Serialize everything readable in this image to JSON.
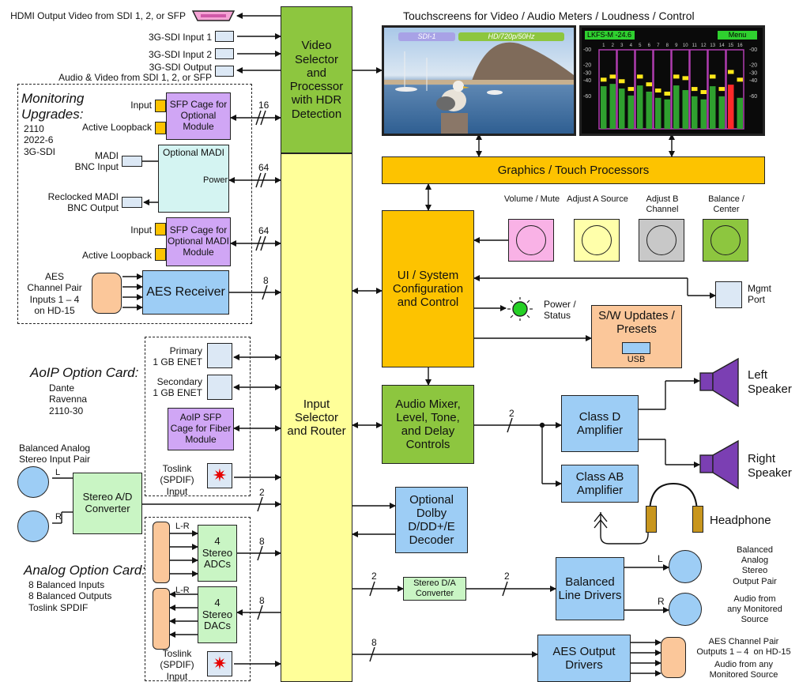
{
  "top": {
    "hdmi_out": "HDMI Output Video from SDI 1, 2, or SFP",
    "sdi_in1": "3G-SDI Input 1",
    "sdi_in2": "3G-SDI Input 2",
    "sdi_out": "3G-SDI Output",
    "sdi_out_sub": "Audio & Video from SDI 1, 2, or SFP",
    "touch_title": "Touchscreens for Video / Audio Meters / Loudness / Control"
  },
  "video_screen": {
    "tag1": "SDI-1",
    "tag2": "HD/720p/50Hz"
  },
  "meter_screen": {
    "lkfs": "LKFS-M  -24.6",
    "menu": "Menu",
    "channels": [
      "1",
      "2",
      "3",
      "4",
      "5",
      "6",
      "7",
      "8",
      "9",
      "10",
      "11",
      "12",
      "13",
      "14",
      "15",
      "16"
    ],
    "scale": [
      "-00",
      "-20",
      "-30",
      "-40",
      "-60"
    ],
    "levels": [
      0.55,
      0.58,
      0.52,
      0.43,
      0.56,
      0.48,
      0.4,
      0.38,
      0.56,
      0.5,
      0.42,
      0.38,
      0.55,
      0.42,
      0.57,
      0.4
    ],
    "peaks": [
      0.66,
      0.7,
      0.64,
      0.54,
      0.7,
      0.6,
      0.52,
      0.48,
      0.7,
      0.68,
      0.54,
      0.5,
      0.7,
      0.54,
      0.76,
      0.66
    ]
  },
  "blocks": {
    "video_proc": "Video Selector and Processor with HDR Detection",
    "router": "Input Selector and Router",
    "graphics": "Graphics / Touch Processors",
    "ui": "UI / System Configuration and Control",
    "mixer": "Audio Mixer, Level, Tone, and Delay Controls",
    "dolby": "Optional Dolby D/DD+/E Decoder",
    "stereo_da": "Stereo D/A Converter",
    "class_d": "Class D Amplifier",
    "class_ab": "Class AB Amplifier",
    "bal_line": "Balanced Line Drivers",
    "aes_out": "AES Output Drivers",
    "sw_updates": "S/W Updates / Presets",
    "usb": "USB",
    "aes_rx": "AES Receiver",
    "stereo_ad": "Stereo A/D Converter",
    "adcs": "4 Stereo ADCs",
    "dacs": "4 Stereo DACs",
    "sfp1": "SFP Cage for Optional Module",
    "sfp2": "SFP Cage for Optional MADI Module",
    "aoip_sfp": "AoIP SFP Cage for Fiber Module",
    "madi": "Optional MADI",
    "power_word": "Power"
  },
  "controls": [
    {
      "label": "Volume / Mute",
      "color": "#f9b2e6"
    },
    {
      "label": "Adjust A Source",
      "color": "#ffffaa"
    },
    {
      "label": "Adjust B Channel",
      "color": "#c8c8c8"
    },
    {
      "label": "Balance / Center",
      "color": "#8dc63f"
    }
  ],
  "labels": {
    "mon_title": "Monitoring Upgrades:",
    "mon_list": "2110\n2022-6\n3G-SDI",
    "input": "Input",
    "active_loopback": "Active Loopback",
    "madi_in": "MADI\nBNC Input",
    "madi_out": "Reclocked MADI\nBNC Output",
    "aes_in": "AES\nChannel Pair\nInputs 1 – 4\non HD-15",
    "aoip_title": "AoIP Option Card:",
    "aoip_list": "Dante\nRavenna\n2110-30",
    "primary": "Primary\n1 GB ENET",
    "secondary": "Secondary\n1 GB ENET",
    "toslink": "Toslink\n(SPDIF)\nInput",
    "bal_analog_in": "Balanced Analog\nStereo Input Pair",
    "analog_title": "Analog Option Card:",
    "analog_list": "8 Balanced Inputs\n8 Balanced Outputs\nToslink SPDIF",
    "lr": "L-R",
    "L": "L",
    "R": "R",
    "mgmt": "Mgmt\nPort",
    "power_status": "Power /\nStatus",
    "left_spk": "Left\nSpeaker",
    "right_spk": "Right\nSpeaker",
    "headphone": "Headphone",
    "bal_out": "Balanced\nAnalog\nStereo\nOutput Pair",
    "audio_from": "Audio from\nany Monitored\nSource",
    "aes_out_desc": "AES Channel Pair\nOutputs 1 – 4  on HD-15",
    "aes_out_src": "Audio from any\nMonitored Source"
  },
  "bus": {
    "n16": "16",
    "n64a": "64",
    "n64b": "64",
    "n8a": "8",
    "n2a": "2",
    "n8b": "8",
    "n8c": "8",
    "n2b": "2",
    "n2c": "2",
    "n2d": "2",
    "n8d": "8"
  }
}
